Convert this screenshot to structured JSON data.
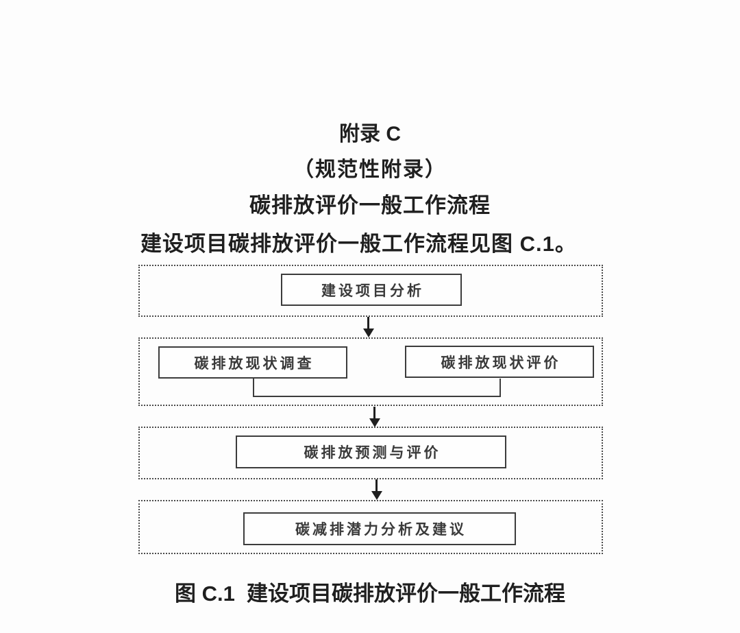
{
  "document": {
    "appendix_label": "附录 C",
    "appendix_type": "（规范性附录）",
    "appendix_title": "碳排放评价一般工作流程",
    "intro_text": "建设项目碳排放评价一般工作流程见图 C.1。",
    "figure_caption": "图 C.1  建设项目碳排放评价一般工作流程"
  },
  "flowchart": {
    "stage1": {
      "node1": "建设项目分析"
    },
    "stage2": {
      "node1": "碳排放现状调查",
      "node2": "碳排放现状评价"
    },
    "stage3": {
      "node1": "碳排放预测与评价"
    },
    "stage4": {
      "node1": "碳减排潜力分析及建议"
    }
  },
  "colors": {
    "background": "#fdfdfd",
    "text": "#1f1f1f",
    "box_border": "#3c3c3c",
    "container_border": "#4a4a4a",
    "arrow": "#1f1f1f"
  }
}
